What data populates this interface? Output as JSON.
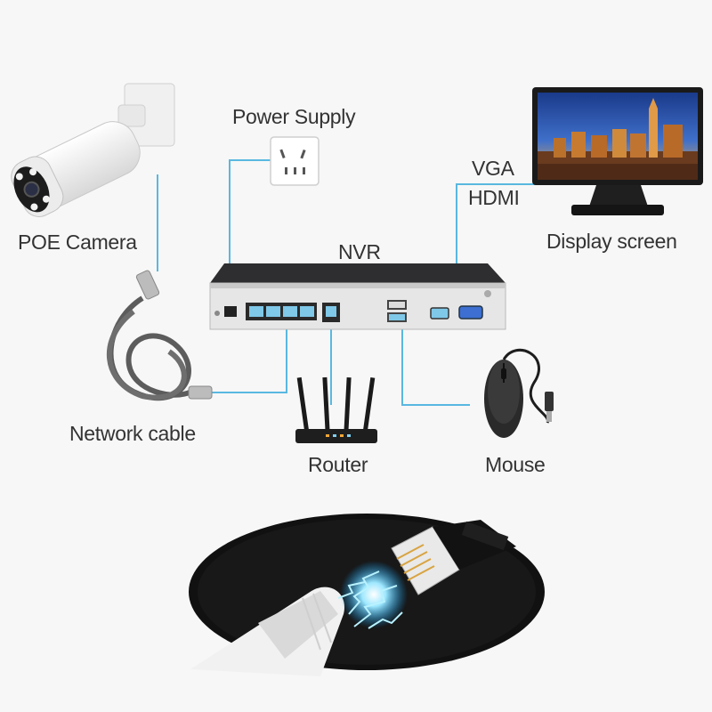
{
  "labels": {
    "camera": "POE Camera",
    "power": "Power Supply",
    "display": "Display screen",
    "vga": "VGA",
    "hdmi": "HDMI",
    "nvr": "NVR",
    "cable": "Network cable",
    "router": "Router",
    "mouse": "Mouse"
  },
  "colors": {
    "connector_line": "#59b8e0",
    "nvr_body": "#3a3a3d",
    "nvr_panel": "#e6e6e6",
    "port_blue": "#7fc8e8",
    "background": "#f7f7f7"
  },
  "icons": [
    "poe-camera-icon",
    "power-outlet-icon",
    "monitor-icon",
    "nvr-device-icon",
    "network-cable-icon",
    "router-icon",
    "mouse-icon",
    "rj45-plug-icon"
  ]
}
